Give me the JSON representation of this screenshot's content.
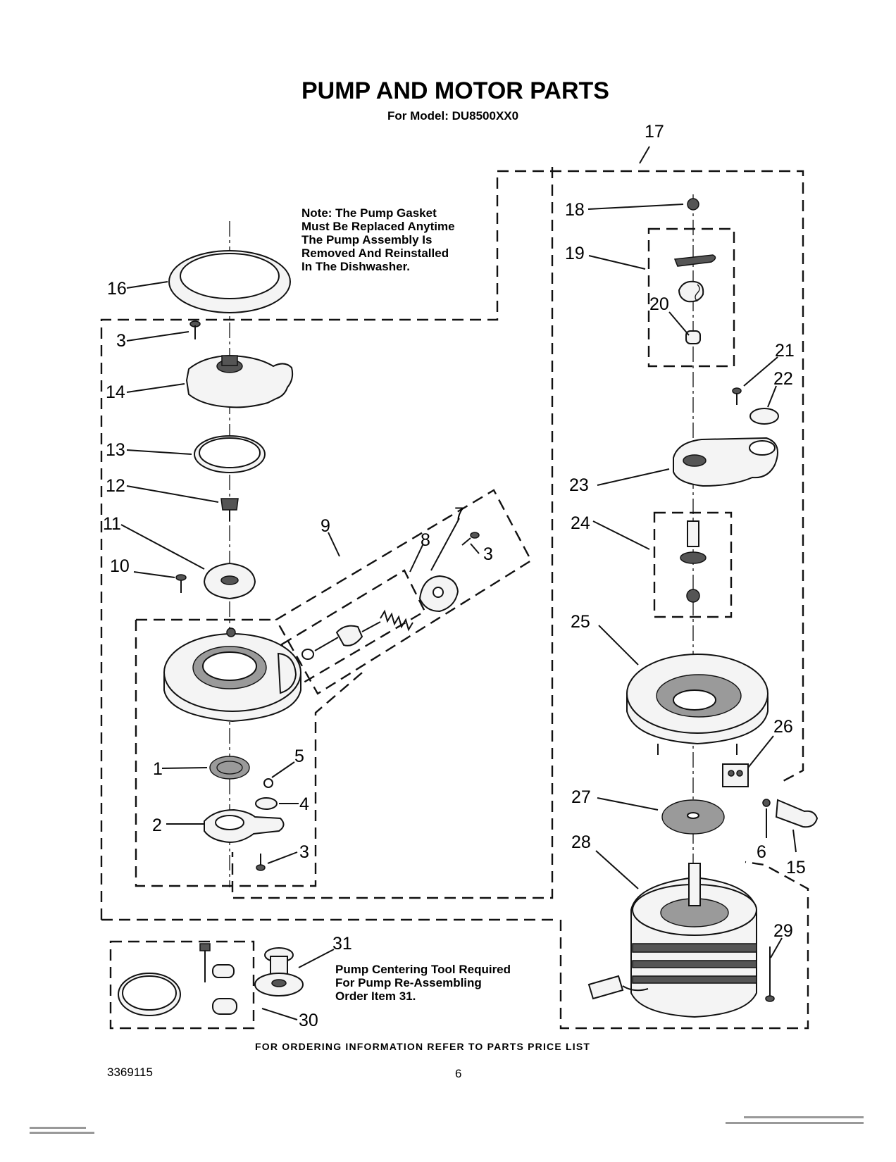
{
  "header": {
    "title": "PUMP AND MOTOR PARTS",
    "model": "For Model: DU8500XX0"
  },
  "notes": {
    "gasket_note": [
      "Note: The Pump Gasket",
      "Must Be Replaced Anytime",
      "The Pump Assembly Is",
      "Removed And Reinstalled",
      "In The Dishwasher."
    ],
    "tool_note": [
      "Pump Centering Tool Required",
      "For Pump Re-Assembling",
      "Order Item 31."
    ]
  },
  "footer": {
    "ordering_info": "FOR ORDERING INFORMATION REFER TO PARTS PRICE LIST",
    "doc_number": "3369115",
    "page_number": "6"
  },
  "part_labels": {
    "l1": "1",
    "l2": "2",
    "l3a": "3",
    "l3b": "3",
    "l3c": "3",
    "l4": "4",
    "l5": "5",
    "l6": "6",
    "l7": "7",
    "l8": "8",
    "l9": "9",
    "l10": "10",
    "l11": "11",
    "l12": "12",
    "l13": "13",
    "l14": "14",
    "l15": "15",
    "l16": "16",
    "l17": "17",
    "l18": "18",
    "l19": "19",
    "l20": "20",
    "l21": "21",
    "l22": "22",
    "l23": "23",
    "l24": "24",
    "l25": "25",
    "l26": "26",
    "l27": "27",
    "l28": "28",
    "l29": "29",
    "l30": "30",
    "l31": "31"
  }
}
